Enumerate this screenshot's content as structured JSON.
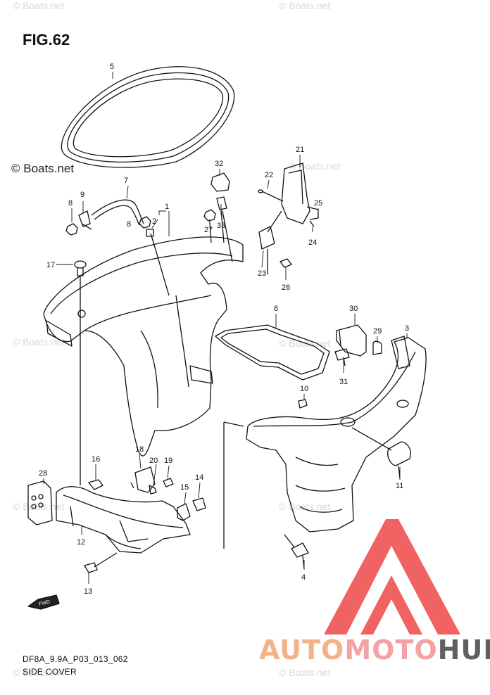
{
  "figure": {
    "title": "FIG.62",
    "code": "DF8A_9.9A_P03_013_062",
    "caption": "SIDE COVER"
  },
  "watermarks": {
    "site": "© Boats.net"
  },
  "brand": {
    "part1": "AUTO",
    "part2": "MOTO",
    "part3": "HUB",
    "color_auto": "#f4b28a",
    "color_moto": "#f3a3a3",
    "color_hub": "#606060",
    "triangle_color": "#ee3b3b"
  },
  "fwd_icon": "FWD",
  "callouts": [
    "1",
    "2",
    "3",
    "4",
    "5",
    "6",
    "7",
    "8",
    "8",
    "9",
    "10",
    "11",
    "12",
    "13",
    "14",
    "15",
    "16",
    "17",
    "18",
    "19",
    "20",
    "21",
    "22",
    "23",
    "24",
    "25",
    "26",
    "27",
    "28",
    "29",
    "30",
    "31",
    "32",
    "33"
  ]
}
